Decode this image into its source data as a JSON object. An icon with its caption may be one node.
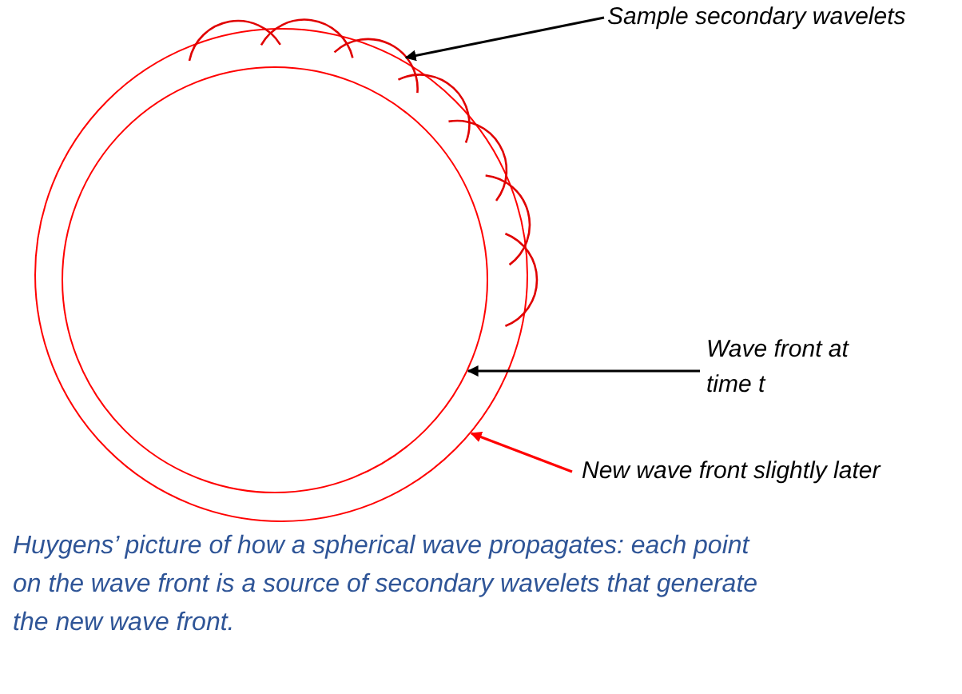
{
  "diagram": {
    "caption": "Huygens’ picture of how a spherical wave propagates:  each point on the wave front is a source of secondary wavelets that generate the new wave front.",
    "nodes": [
      {
        "text": [
          "Sample secondary wavelets"
        ]
      },
      {
        "text": [
          "Wave front at time t"
        ]
      },
      {
        "text": [
          "New wave front slightly later"
        ]
      },
      {
        "text": [],
        "shape": "arc",
        "in": 5
      },
      {
        "text": [],
        "shape": "circle",
        "in": 5
      },
      {
        "text": [],
        "shape": "circle"
      }
    ],
    "edges": [
      {
        "from": 0,
        "to": 3,
        "arrow": "to"
      },
      {
        "from": 1,
        "to": 4,
        "arrow": "to"
      },
      {
        "from": 2,
        "to": 5,
        "arrow": "to",
        "color": "#ff0000"
      }
    ]
  }
}
